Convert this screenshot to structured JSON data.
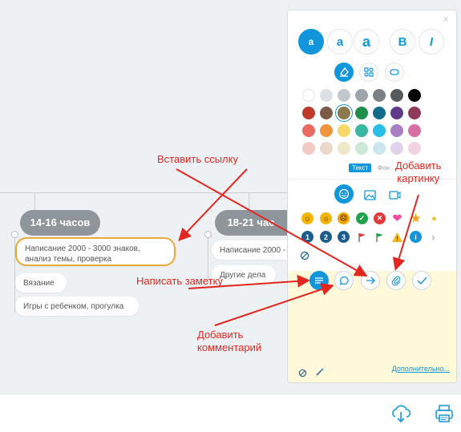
{
  "canvas": {
    "nodes": [
      {
        "title": "14-16 часов",
        "items": [
          "Написание 2000 - 3000 знаков, анализ темы, проверка",
          "Вязание",
          "Игры с ребенком, прогулка"
        ]
      },
      {
        "title": "18-21 час",
        "items": [
          "Написание 2000 -",
          "Другие дела"
        ]
      }
    ]
  },
  "panel": {
    "close": "×",
    "font_size_buttons": [
      "a",
      "a",
      "a"
    ],
    "bold_label": "B",
    "italic_label": "I",
    "shape_icons": [
      "fill-icon",
      "layout-icon",
      "shape-icon"
    ],
    "colors": [
      [
        "#ffffff",
        "#dde1e5",
        "#c3c8cd",
        "#9ea4aa",
        "#7a8086",
        "#555a5f",
        "#000000"
      ],
      [
        "#c0392b",
        "#7d5a45",
        "#8c7a4f",
        "#1e8e4a",
        "#136b8a",
        "#5e3c8a",
        "#8e3a5a"
      ],
      [
        "#e86a60",
        "#f0943c",
        "#f5d96b",
        "#38b7a3",
        "#27bfe6",
        "#a77fc2",
        "#d86fa3"
      ],
      [
        "#f3c9c4",
        "#edd7cb",
        "#efe8c7",
        "#cce8d7",
        "#cbe6ee",
        "#dfd2ea",
        "#f1d3e0"
      ]
    ],
    "selected_color": "#8c7a4f",
    "tab_text": "Текст",
    "tab_fill": "Фон",
    "icon_categories": [
      "smile-icon",
      "image-icon",
      "video-icon"
    ],
    "emoji_row1": [
      "smile",
      "neutral",
      "frown",
      "check",
      "cross",
      "heart",
      "star",
      "bulb"
    ],
    "emoji_row2": [
      "1",
      "2",
      "3",
      "",
      "",
      "!",
      "i"
    ],
    "more_label": "Дополнительно..."
  },
  "annotations": {
    "insert_link": "Вставить ссылку",
    "add_image_line1": "Добавить",
    "add_image_line2": "картинку",
    "write_note": "Написать заметку",
    "add_comment_line1": "Добавить",
    "add_comment_line2": "комментарий"
  }
}
